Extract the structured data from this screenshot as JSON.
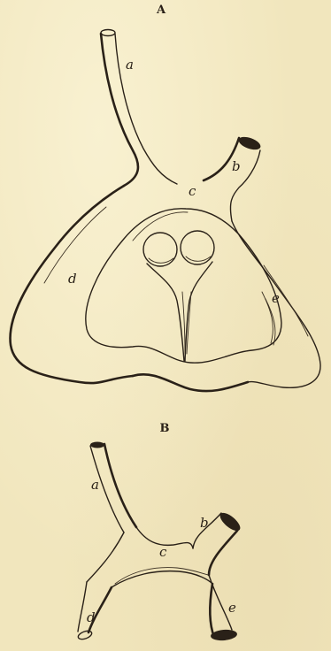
{
  "figures": [
    {
      "title": "A",
      "labels": {
        "a": "a",
        "b": "b",
        "c": "c",
        "d": "d",
        "e": "e"
      }
    },
    {
      "title": "B",
      "labels": {
        "a": "a",
        "b": "b",
        "c": "c",
        "d": "d",
        "e": "e"
      }
    }
  ]
}
